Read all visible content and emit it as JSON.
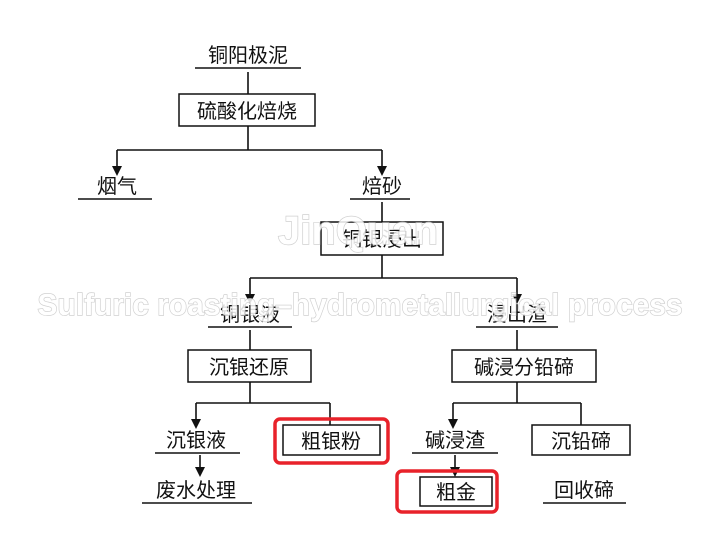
{
  "watermark": {
    "brand": "JinQuan",
    "caption": "Sulfuric roasting–hydrometallurgical process"
  },
  "nodes": {
    "copper_anode_slime": "铜阳极泥",
    "sulfation_roasting": "硫酸化焙烧",
    "flue_gas": "烟气",
    "calcine": "焙砂",
    "copper_silver_leaching": "铜银浸出",
    "copper_silver_solution": "铜银液",
    "leach_residue": "浸出渣",
    "silver_reduction": "沉银还原",
    "alkali_leach_pb_te": "碱浸分铅碲",
    "silver_barren_solution": "沉银液",
    "crude_silver_powder": "粗银粉",
    "alkali_leach_residue": "碱浸渣",
    "pb_te_precipitation": "沉铅碲",
    "wastewater_treatment": "废水处理",
    "crude_gold": "粗金",
    "tellurium_recovery": "回收碲"
  },
  "colors": {
    "highlight": "#e8222a",
    "ink": "#111111"
  }
}
